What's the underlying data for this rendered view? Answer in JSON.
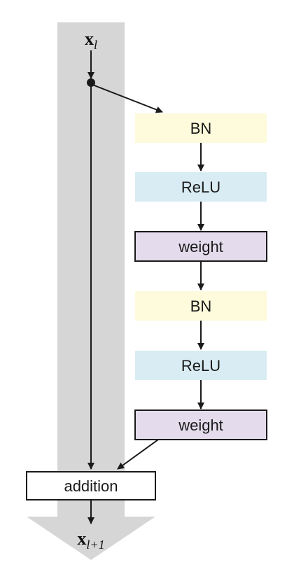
{
  "input": {
    "base": "x",
    "sub": "l"
  },
  "output": {
    "base": "x",
    "sub": "l+1"
  },
  "blocks": [
    {
      "label": "BN",
      "kind": "bn"
    },
    {
      "label": "ReLU",
      "kind": "relu"
    },
    {
      "label": "weight",
      "kind": "weight"
    },
    {
      "label": "BN",
      "kind": "bn"
    },
    {
      "label": "ReLU",
      "kind": "relu"
    },
    {
      "label": "weight",
      "kind": "weight"
    }
  ],
  "addition": {
    "label": "addition"
  },
  "colors": {
    "shortcut_band": "#d6d6d6",
    "bn_fill": "#fdfbdb",
    "relu_fill": "#d9ecf3",
    "weight_fill": "#e4dcec",
    "addition_fill": "#ffffff",
    "stroke": "#1a1a1a"
  }
}
